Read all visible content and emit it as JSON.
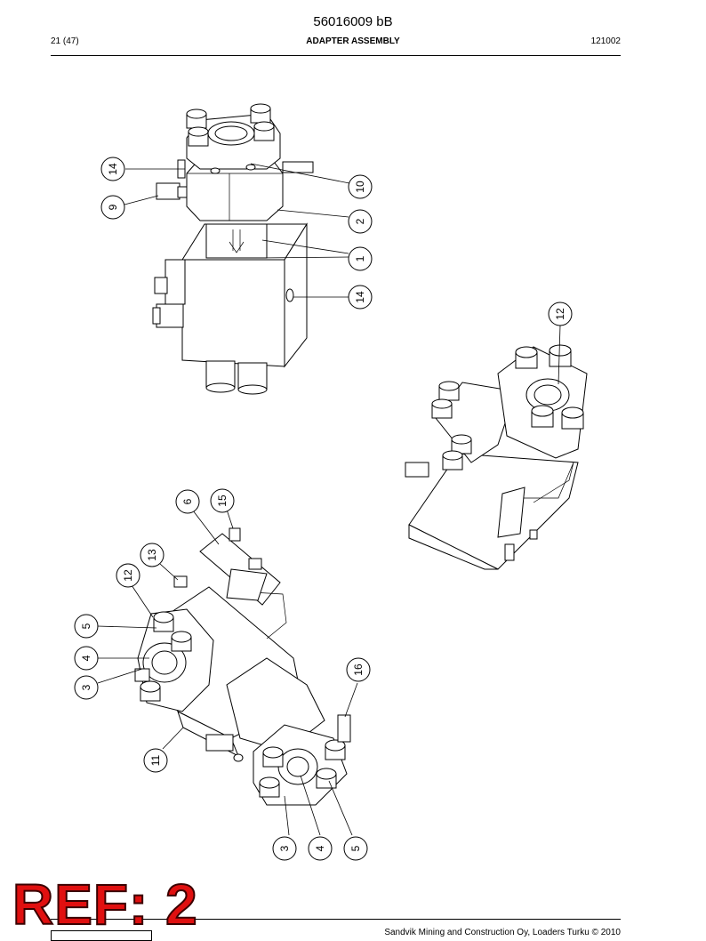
{
  "header": {
    "document_number": "56016009 bB",
    "page": "21 (47)",
    "title": "ADAPTER ASSEMBLY",
    "code": "121002"
  },
  "stamp": {
    "text": "REF: 2",
    "color": "#e01010"
  },
  "footer": {
    "copyright": "Sandvik Mining and Construction Oy, Loaders Turku © 2010"
  },
  "balloons": {
    "top_view": [
      "14",
      "9",
      "10",
      "2",
      "1",
      "14"
    ],
    "right_view": [
      "12"
    ],
    "bottom_view": [
      "6",
      "15",
      "13",
      "12",
      "5",
      "4",
      "3",
      "11",
      "16",
      "3",
      "4",
      "5"
    ]
  }
}
